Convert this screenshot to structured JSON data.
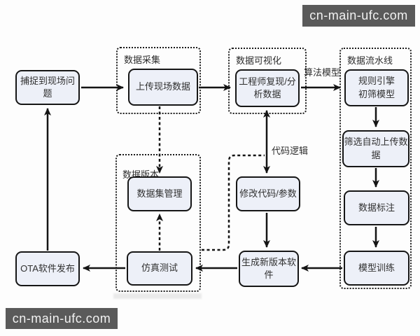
{
  "watermark": {
    "text": "cn-main-ufc.com",
    "background": "#5a5a5a",
    "color": "#f2f2f2"
  },
  "diagram": {
    "groups": [
      {
        "id": "data-collection",
        "label": "数据采集"
      },
      {
        "id": "data-visualization",
        "label": "数据可视化"
      },
      {
        "id": "data-pipeline",
        "label": "数据流水线"
      },
      {
        "id": "data-version",
        "label": "数据版本"
      }
    ],
    "nodes": [
      {
        "id": "capture-issue",
        "label": "捕捉到现场问题"
      },
      {
        "id": "upload-data",
        "label": "上传现场数据"
      },
      {
        "id": "engineer-analyze",
        "label": "工程师复现/分\n析数据"
      },
      {
        "id": "rule-engine-model",
        "label": "规则引擎\n初筛模型"
      },
      {
        "id": "filter-auto-upload",
        "label": "筛选自动上传数\n据"
      },
      {
        "id": "data-annotation",
        "label": "数据标注"
      },
      {
        "id": "model-training",
        "label": "模型训练"
      },
      {
        "id": "dataset-management",
        "label": "数据集管理"
      },
      {
        "id": "modify-code-params",
        "label": "修改代码/参数"
      },
      {
        "id": "generate-new-version",
        "label": "生成新版本软\n件"
      },
      {
        "id": "simulation-test",
        "label": "仿真测试"
      },
      {
        "id": "ota-release",
        "label": "OTA软件发布"
      }
    ],
    "edge_labels": [
      {
        "id": "algorithm-model",
        "text": "算法模型"
      },
      {
        "id": "code-logic",
        "text": "代码逻辑"
      }
    ],
    "colors": {
      "node_fill": "#edf0f8",
      "node_border": "#161616",
      "line": "#141414",
      "group_border": "#1b1b1b"
    }
  }
}
